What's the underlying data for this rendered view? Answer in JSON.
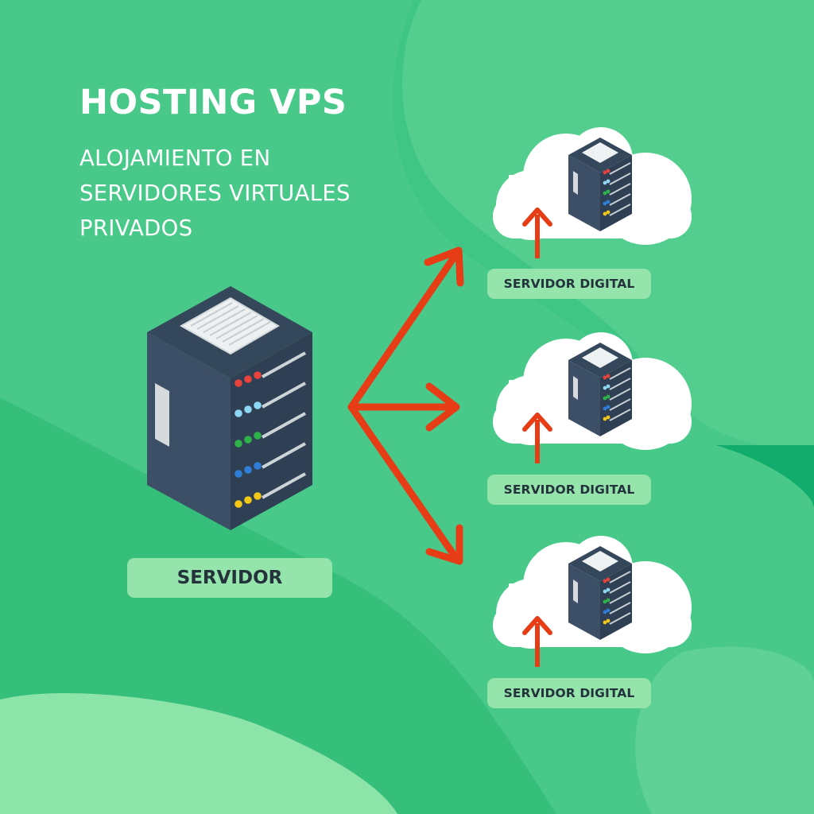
{
  "header": {
    "title": "HOSTING VPS",
    "subtitle_lines": [
      "ALOJAMIENTO EN",
      "SERVIDORES VIRTUALES",
      "PRIVADOS"
    ]
  },
  "main_server": {
    "label": "SERVIDOR",
    "icon": "server-rack-icon",
    "led_rows": [
      [
        "#e8423b",
        "#e8423b",
        "#e8423b"
      ],
      [
        "#8ed6f5",
        "#8ed6f5",
        "#8ed6f5"
      ],
      [
        "#2db34a",
        "#2db34a",
        "#2db34a"
      ],
      [
        "#2f7fd8",
        "#2f7fd8",
        "#2f7fd8"
      ],
      [
        "#f6c816",
        "#f6c816",
        "#f6c816"
      ]
    ]
  },
  "digital_servers": [
    {
      "label": "SERVIDOR DIGITAL",
      "icon": "cloud-server-icon"
    },
    {
      "label": "SERVIDOR DIGITAL",
      "icon": "cloud-server-icon"
    },
    {
      "label": "SERVIDOR DIGITAL",
      "icon": "cloud-server-icon"
    }
  ],
  "colors": {
    "background": "#3fc684",
    "background_light": "#62d394",
    "background_dark": "#14ae6e",
    "arrow": "#e63d16",
    "server_body": "#3b4d63",
    "label_bg": "#95e4ac",
    "label_text": "#24323b",
    "cloud": "#ffffff"
  }
}
